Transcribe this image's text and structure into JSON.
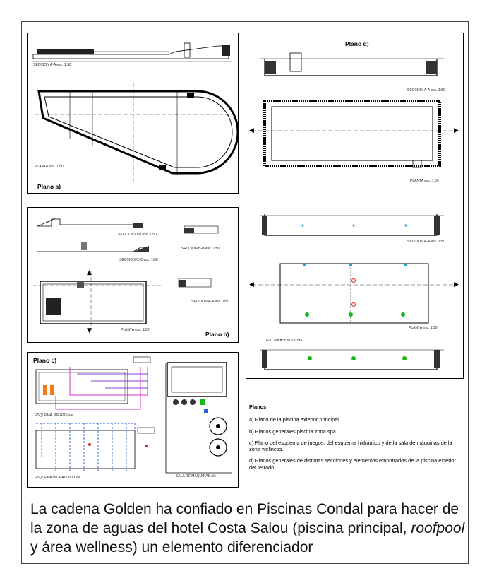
{
  "plans": {
    "a": {
      "label": "Plano a)",
      "section_note": "SECCION A-A  esc. 1:50",
      "plan_note": "PLANTA  esc. 1:50"
    },
    "b": {
      "label": "Plano b)",
      "section_dd": "SECCION D-D  esc. 1/50",
      "section_cc": "SECCION C-C  esc. 1/50",
      "section_bb": "SECCION B-B  esc. 1/50",
      "section_aa": "SECCION A-A  esc. 1/50",
      "plan_note": "PLANTA  esc. 1/50"
    },
    "c": {
      "label": "Plano c)",
      "scheme_games": "ESQUEMA JUEGOS  s/e",
      "scheme_hydraulic": "ESQUEMA HIDRAULICO  s/e",
      "machine_room": "SALA DE MAQUINAS  s/e"
    },
    "d": {
      "label": "Plano d)",
      "section_aa_1": "SECCION A-A  esc. 1:50",
      "plan_1": "PLANTA  esc. 1:50",
      "section_aa_2": "SECCION A-A  esc. 1:50",
      "plan_2": "PLANTA  esc. 1:50",
      "section_aa_flipped": "SECCION A-A  esc. 1:50"
    }
  },
  "legend": {
    "title": "Planos:",
    "items": [
      "a) Plano de la piscina exterior principal.",
      "b) Planos generales piscina zona spa.",
      "c) Plano del esquema de juegos, del esquema hidráulico y de la sala de máquinas de la zona wellness.",
      "d) Planos generales de distintas secciones y elementos empotrados de la piscina exterior del terrado."
    ]
  },
  "caption": {
    "part1": "La cadena Golden ha confiado en Piscinas Condal para hacer de la zona de aguas del hotel Costa Salou (piscina principal, ",
    "emphasis": "roofpool",
    "part2": " y área wellness) un elemento diferenciador"
  },
  "colors": {
    "border": "#000000",
    "pink": "#d633c9",
    "purple": "#8a3fd6",
    "blue": "#2a5fd6",
    "orange": "#f07a1a",
    "green": "#14b814",
    "red": "#e02020",
    "cyan": "#1aa0c8"
  }
}
